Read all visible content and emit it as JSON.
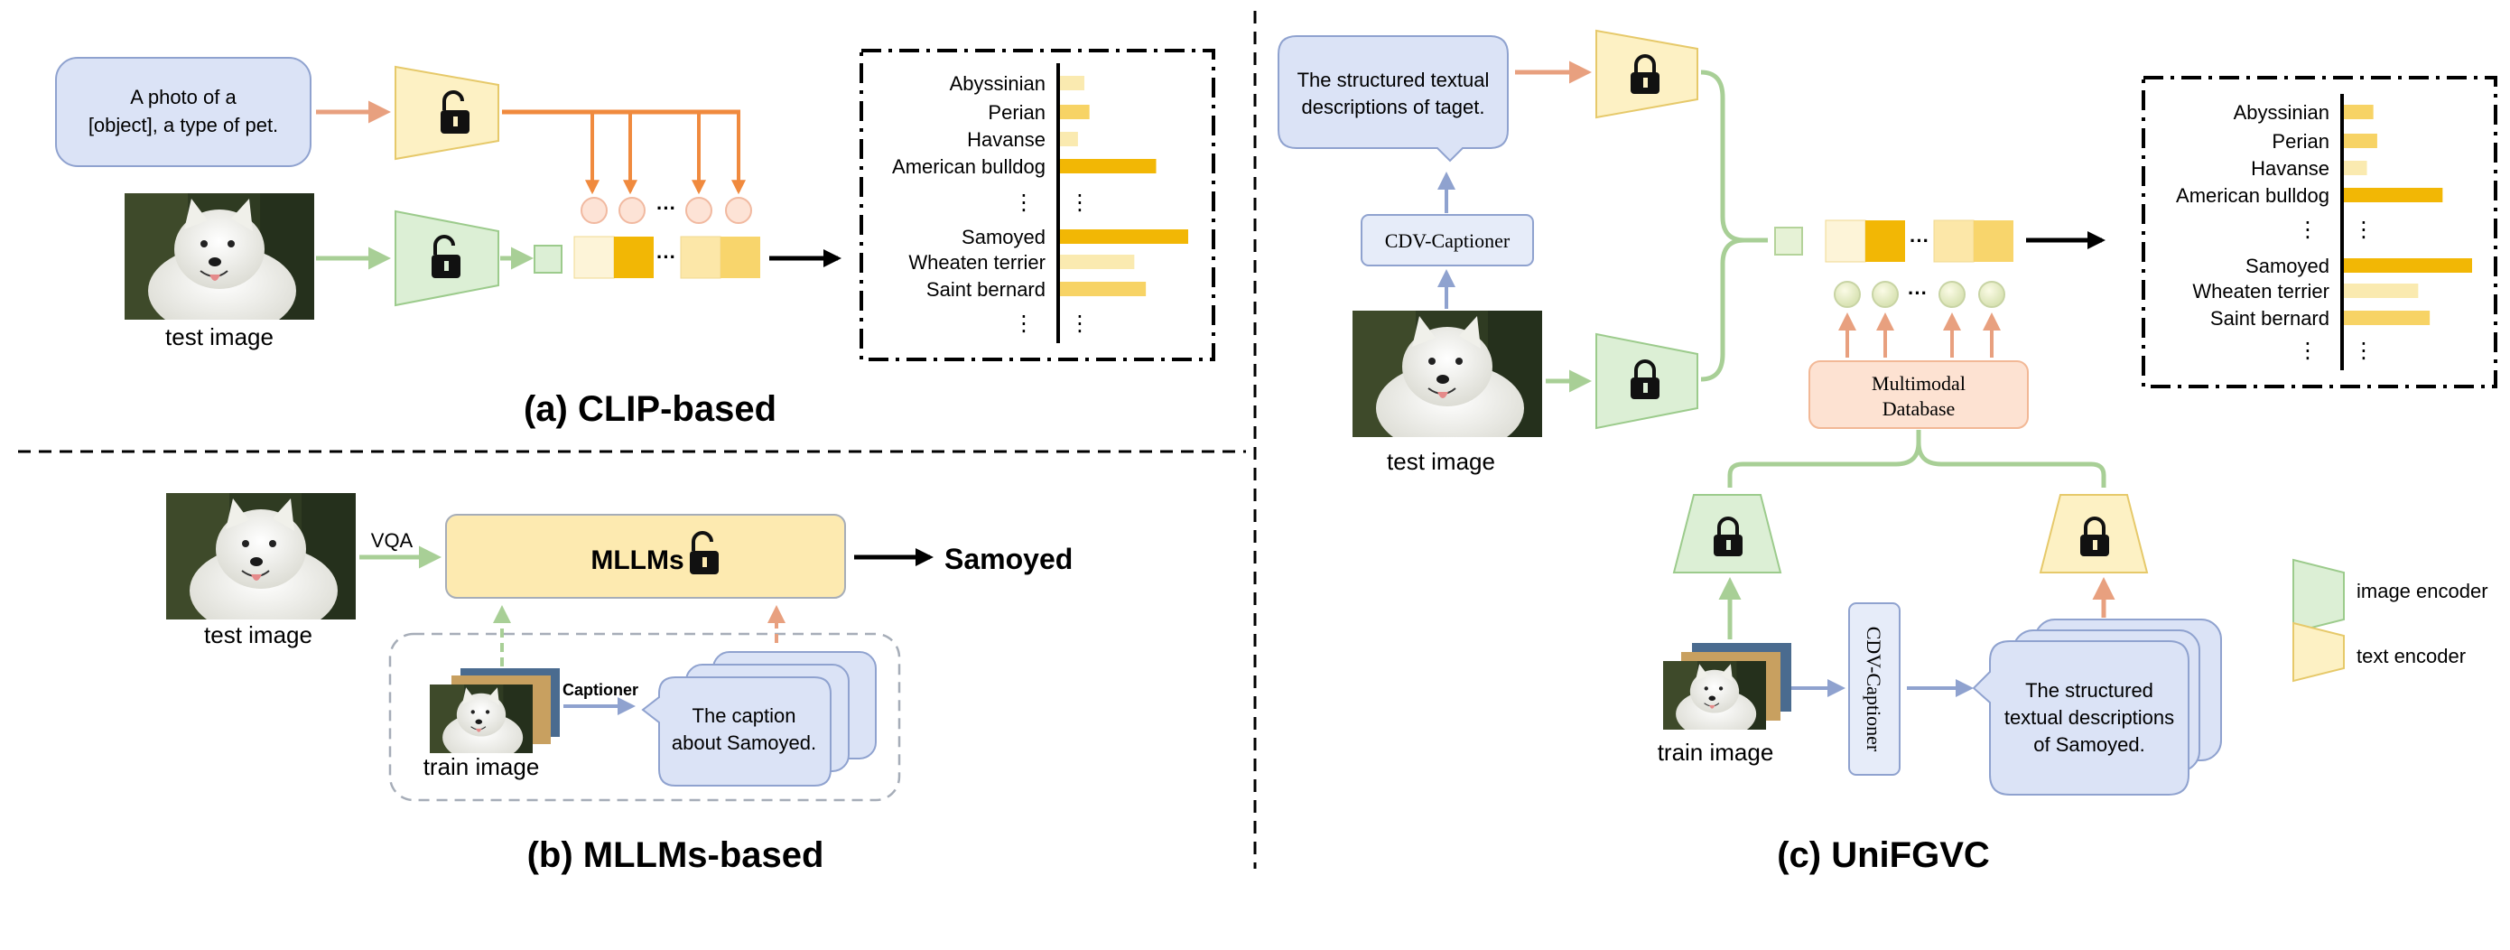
{
  "colors": {
    "text_encoder_fill": "#fdf1c4",
    "text_encoder_stroke": "#e6c96a",
    "image_encoder_fill": "#dcefd5",
    "image_encoder_stroke": "#9ccb8c",
    "caption_fill": "#dbe3f6",
    "caption_stroke": "#8fa2cf",
    "orange_arrow": "#e8a07f",
    "green_arrow": "#a8cf96",
    "blue_arrow": "#8fa2cf",
    "bar_dark": "#f2b705",
    "bar_mid": "#f7d365",
    "bar_light": "#faeab0",
    "db_fill": "#fde2d2",
    "db_stroke": "#f2b896"
  },
  "icons": {
    "unlocked": "lock-open-icon",
    "locked": "lock-closed-icon",
    "dog_photo": "samoyed-photo"
  },
  "panel_a": {
    "title": "(a) CLIP-based",
    "prompt": [
      "A photo of a",
      "[object], a type of pet."
    ],
    "test_image_label": "test image",
    "ellipsis": "···",
    "vdots": "⋮"
  },
  "panel_b": {
    "title": "(b) MLLMs-based",
    "test_image_label": "test image",
    "vqa_label": "VQA",
    "mllm_label": "MLLMs",
    "output": "Samoyed",
    "captioner_label": "Captioner",
    "caption": [
      "The caption",
      "about Samoyed."
    ],
    "train_image_label": "train image"
  },
  "panel_c": {
    "title": "(c) UniFGVC",
    "structured_desc_target": [
      "The structured textual",
      "descriptions of taget."
    ],
    "cdv_captioner": "CDV-Captioner",
    "test_image_label": "test image",
    "database": [
      "Multimodal",
      "Database"
    ],
    "train_image_label": "train image",
    "structured_desc_samoyed": [
      "The structured",
      "textual descriptions",
      "of Samoyed."
    ],
    "ellipsis": "···",
    "vdots": "⋮"
  },
  "legend": {
    "image_encoder": "image encoder",
    "text_encoder": "text encoder"
  },
  "chart_data": [
    {
      "type": "bar",
      "orientation": "horizontal",
      "panel": "a",
      "categories": [
        "Abyssinian",
        "Perian",
        "Havanse",
        "American bulldog",
        "Samoyed",
        "Wheaten terrier",
        "Saint bernard"
      ],
      "values": [
        0.19,
        0.23,
        0.14,
        0.75,
        1.0,
        0.58,
        0.67
      ],
      "levels": [
        "light",
        "mid",
        "light",
        "dark",
        "dark",
        "light",
        "mid"
      ]
    },
    {
      "type": "bar",
      "orientation": "horizontal",
      "panel": "c",
      "categories": [
        "Abyssinian",
        "Perian",
        "Havanse",
        "American bulldog",
        "Samoyed",
        "Wheaten terrier",
        "Saint bernard"
      ],
      "values": [
        0.23,
        0.26,
        0.18,
        0.77,
        1.0,
        0.58,
        0.67
      ],
      "levels": [
        "mid",
        "mid",
        "light",
        "dark",
        "dark",
        "light",
        "mid"
      ]
    }
  ]
}
